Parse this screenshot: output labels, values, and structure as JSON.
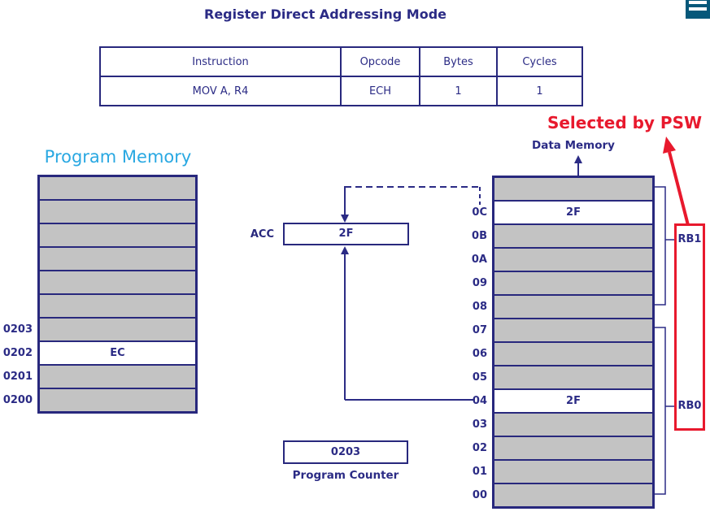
{
  "title": "Register Direct Addressing Mode",
  "menu": {
    "icon": "hamburger-menu"
  },
  "instruction_table": {
    "headers": [
      "Instruction",
      "Opcode",
      "Bytes",
      "Cycles"
    ],
    "row": [
      "MOV A, R4",
      "ECH",
      "1",
      "1"
    ]
  },
  "annotation": {
    "selected_by_psw": "Selected by PSW"
  },
  "program_memory": {
    "title": "Program Memory",
    "rows": [
      {
        "label": "",
        "value": "",
        "highlight": false
      },
      {
        "label": "",
        "value": "",
        "highlight": false
      },
      {
        "label": "",
        "value": "",
        "highlight": false
      },
      {
        "label": "",
        "value": "",
        "highlight": false
      },
      {
        "label": "",
        "value": "",
        "highlight": false
      },
      {
        "label": "",
        "value": "",
        "highlight": false
      },
      {
        "label": "0203",
        "value": "",
        "highlight": false
      },
      {
        "label": "0202",
        "value": "EC",
        "highlight": true
      },
      {
        "label": "0201",
        "value": "",
        "highlight": false
      },
      {
        "label": "0200",
        "value": "",
        "highlight": false
      }
    ]
  },
  "acc": {
    "label": "ACC",
    "value": "2F"
  },
  "program_counter": {
    "value": "0203",
    "label": "Program Counter"
  },
  "data_memory": {
    "title": "Data Memory",
    "rows": [
      {
        "label": "",
        "value": "",
        "highlight": false
      },
      {
        "label": "0C",
        "value": "2F",
        "highlight": true
      },
      {
        "label": "0B",
        "value": "",
        "highlight": false
      },
      {
        "label": "0A",
        "value": "",
        "highlight": false
      },
      {
        "label": "09",
        "value": "",
        "highlight": false
      },
      {
        "label": "08",
        "value": "",
        "highlight": false
      },
      {
        "label": "07",
        "value": "",
        "highlight": false
      },
      {
        "label": "06",
        "value": "",
        "highlight": false
      },
      {
        "label": "05",
        "value": "",
        "highlight": false
      },
      {
        "label": "04",
        "value": "2F",
        "highlight": true
      },
      {
        "label": "03",
        "value": "",
        "highlight": false
      },
      {
        "label": "02",
        "value": "",
        "highlight": false
      },
      {
        "label": "01",
        "value": "",
        "highlight": false
      },
      {
        "label": "00",
        "value": "",
        "highlight": false
      }
    ]
  },
  "register_banks": {
    "rb1": "RB1",
    "rb0": "RB0"
  },
  "colors": {
    "navy": "#2b2b85",
    "cell_gray": "#c3c3c3",
    "accent_blue": "#29a8e2",
    "alert_red": "#e8192d",
    "menu_teal": "#06587a"
  }
}
